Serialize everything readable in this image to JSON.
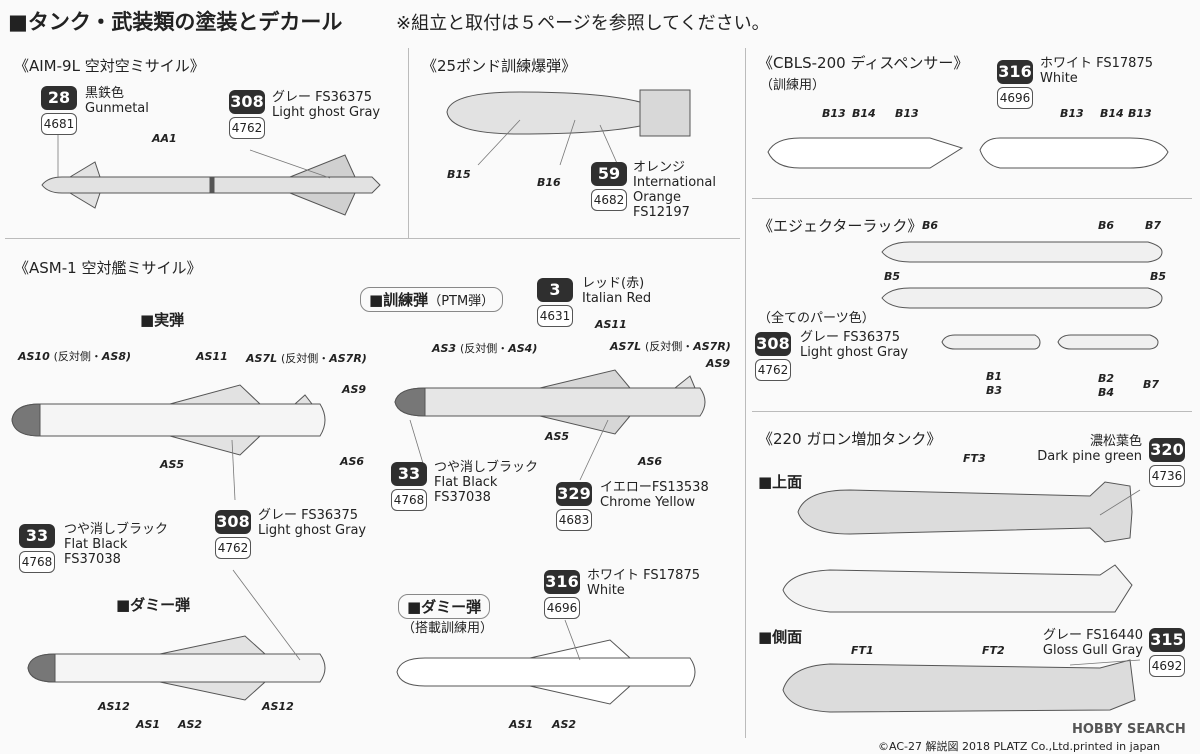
{
  "header": {
    "title": "■タンク・武装類の塗装とデカール",
    "note": "※組立と取付は５ページを参照してください。"
  },
  "sections": {
    "aim9l": "《AIM-9L 空対空ミサイル》",
    "bomb25": "《25ポンド訓練爆弾》",
    "cbls200": "《CBLS-200 ディスペンサー》",
    "cbls_sub": "（訓練用）",
    "ejector": "《エジェクターラック》",
    "asm1": "《ASM-1 空対艦ミサイル》",
    "all_parts": "（全てのパーツ色）",
    "tank220": "《220 ガロン増加タンク》"
  },
  "subsections": {
    "live": "■実弾",
    "training": "■訓練弾",
    "training_paren": "（PTM弾）",
    "dummy_left": "■ダミー弾",
    "dummy_right": "■ダミー弾",
    "dummy_right_paren": "（搭載訓練用）",
    "top_view": "■上面",
    "side_view": "■側面"
  },
  "color_codes": {
    "c28": {
      "num": "28",
      "alt": "4681",
      "label": "黒鉄色\nGunmetal"
    },
    "c308a": {
      "num": "308",
      "alt": "4762",
      "label": "グレー FS36375\nLight ghost Gray"
    },
    "c59": {
      "num": "59",
      "alt": "4682",
      "label": "オレンジ\nInternational\nOrange\nFS12197"
    },
    "c316a": {
      "num": "316",
      "alt": "4696",
      "label": "ホワイト FS17875\nWhite"
    },
    "c308b": {
      "num": "308",
      "alt": "4762",
      "label": "グレー FS36375\nLight ghost Gray"
    },
    "c3": {
      "num": "3",
      "alt": "4631",
      "label": "レッド(赤)\nItalian Red"
    },
    "c33a": {
      "num": "33",
      "alt": "4768",
      "label": "つや消しブラック\nFlat Black\nFS37038"
    },
    "c329": {
      "num": "329",
      "alt": "4683",
      "label": "イエローFS13538\nChrome Yellow"
    },
    "c33b": {
      "num": "33",
      "alt": "4768",
      "label": "つや消しブラック\nFlat Black\nFS37038"
    },
    "c308c": {
      "num": "308",
      "alt": "4762",
      "label": "グレー FS36375\nLight ghost Gray"
    },
    "c316b": {
      "num": "316",
      "alt": "4696",
      "label": "ホワイト FS17875\nWhite"
    },
    "c320": {
      "num": "320",
      "alt": "4736",
      "label": "濃松葉色\nDark pine green"
    },
    "c315": {
      "num": "315",
      "alt": "4692",
      "label": "グレー FS16440\nGloss Gull Gray"
    }
  },
  "decals": {
    "aa1": "AA1",
    "b15": "B15",
    "b16": "B16",
    "b13a": "B13",
    "b14a": "B14",
    "b13b": "B13",
    "b13c": "B13",
    "b14b": "B14",
    "b13d": "B13",
    "b6a": "B6",
    "b6b": "B6",
    "b7a": "B7",
    "b5a": "B5",
    "b5b": "B5",
    "b1": "B1",
    "b3": "B3",
    "b2": "B2",
    "b4": "B4",
    "b7b": "B7",
    "as10": "AS10",
    "as10_note": "(反対側・",
    "as8": "AS8)",
    "as11a": "AS11",
    "as7la": "AS7L",
    "as7_note_a": "(反対側・",
    "as7ra": "AS7R)",
    "as9a": "AS9",
    "as5a": "AS5",
    "as6a": "AS6",
    "as3": "AS3",
    "as3_note": "(反対側・",
    "as4": "AS4)",
    "as11b": "AS11",
    "as7lb": "AS7L",
    "as7_note_b": "(反対側・",
    "as7rb": "AS7R)",
    "as9b": "AS9",
    "as5b": "AS5",
    "as6b": "AS6",
    "as12a": "AS12",
    "as1a": "AS1",
    "as2a": "AS2",
    "as12b": "AS12",
    "as1b": "AS1",
    "as2b": "AS2",
    "ft3": "FT3",
    "ft1": "FT1",
    "ft2": "FT2"
  },
  "footer": {
    "copyright": "©AC-27 解説図 2018 PLATZ Co.,Ltd.printed in japan",
    "watermark": "HOBBY SEARCH"
  }
}
